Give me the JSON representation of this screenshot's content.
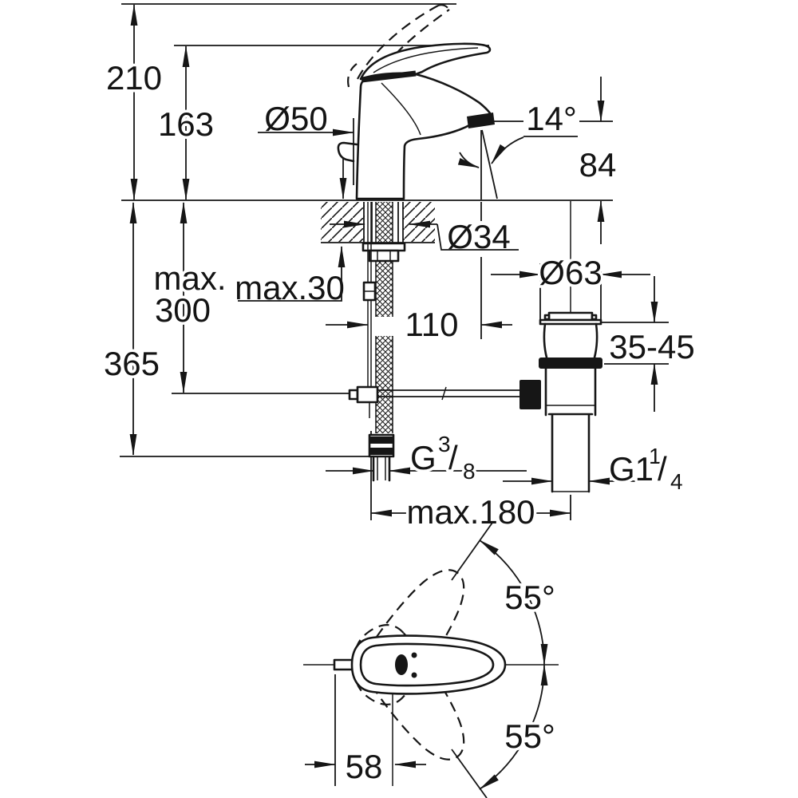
{
  "colors": {
    "line": "#161616",
    "background": "#ffffff"
  },
  "front_view": {
    "dimensions": {
      "overall_height": "210",
      "spout_tip_height": "163",
      "body_diameter": "Ø50",
      "spout_angle": "14°",
      "outlet_height": "84",
      "counter_thickness": "max.30",
      "hole_diameter": "Ø34",
      "max_rod_drop_line1": "max.",
      "max_rod_drop_line2": "300",
      "hose_drop": "365",
      "spout_projection": "110",
      "waste_flange_diameter": "Ø63",
      "waste_clamp_range": "35-45",
      "max_spread": "max.180",
      "supply_thread": {
        "g": "G",
        "sup": "3",
        "slash": "/",
        "sub": "8"
      },
      "waste_thread": {
        "g": "G1",
        "sup": "1",
        "slash": "/",
        "sub": "4"
      }
    }
  },
  "top_view": {
    "dimensions": {
      "swivel_angle_up": "55°",
      "swivel_angle_down": "55°",
      "handle_pin_offset": "58"
    }
  }
}
